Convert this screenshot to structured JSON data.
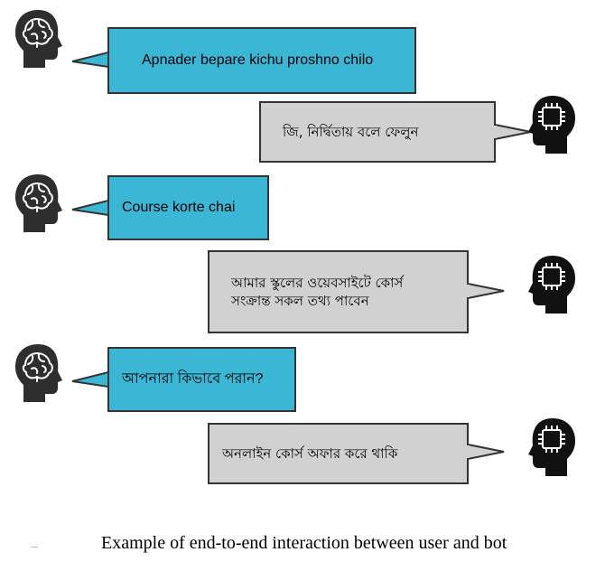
{
  "messages": [
    {
      "role": "user",
      "text": "Apnader bepare kichu proshno chilo",
      "icon": "human-head-brain-icon"
    },
    {
      "role": "bot",
      "text": "জি, নির্দ্বিতায় বলে ফেলুন",
      "icon": "ai-chip-head-icon"
    },
    {
      "role": "user",
      "text": "Course korte chai",
      "icon": "human-head-brain-icon"
    },
    {
      "role": "bot",
      "text": "আমার স্কুলের ওয়েবসাইটে কোর্স\nসংক্রান্ত সকল তথ্য পাবেন",
      "icon": "ai-chip-head-icon"
    },
    {
      "role": "user",
      "text": "আপনারা কিভাবে পরান?",
      "icon": "human-head-brain-icon"
    },
    {
      "role": "bot",
      "text": "অনলাইন কোর্স অফার করে থাকি",
      "icon": "ai-chip-head-icon"
    }
  ],
  "ai_label": "AI",
  "caption": "Example of end-to-end interaction between user and bot",
  "colors": {
    "user_bubble": "#3bb6d5",
    "bot_bubble": "#d1d1d1",
    "border": "#333333",
    "head": "#2e2e2e"
  }
}
